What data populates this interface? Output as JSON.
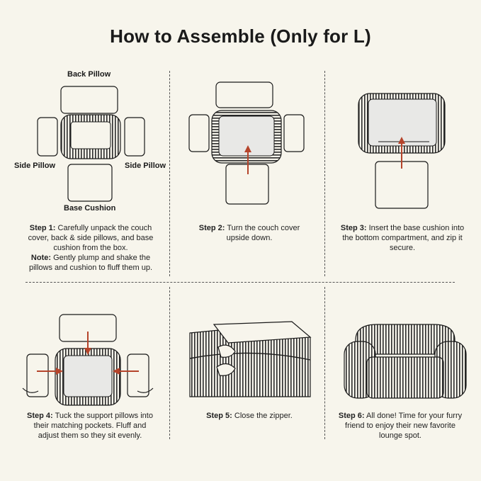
{
  "title": "How to Assemble (Only for L)",
  "labels": {
    "back_pillow": "Back Pillow",
    "side_pillow_left": "Side Pillow",
    "side_pillow_right": "Side Pillow",
    "base_cushion": "Base Cushion"
  },
  "steps": [
    {
      "label": "Step 1:",
      "text": "Carefully unpack the couch cover, back & side pillows, and base cushion from the box.",
      "note_label": "Note:",
      "note_text": "Gently plump and shake the pillows and cushion to fluff them up."
    },
    {
      "label": "Step 2:",
      "text": "Turn the couch cover upside down."
    },
    {
      "label": "Step 3:",
      "text": "Insert the base cushion into the bottom compartment, and zip it secure."
    },
    {
      "label": "Step 4:",
      "text": "Tuck the support pillows into their matching pockets. Fluff and adjust them so they sit evenly."
    },
    {
      "label": "Step 5:",
      "text": "Close the zipper."
    },
    {
      "label": "Step 6:",
      "text": "All done! Time for your furry friend to enjoy their new favorite lounge spot."
    }
  ],
  "colors": {
    "background": "#f7f5ec",
    "arrow": "#b5442b",
    "line": "#1a1a1a"
  }
}
